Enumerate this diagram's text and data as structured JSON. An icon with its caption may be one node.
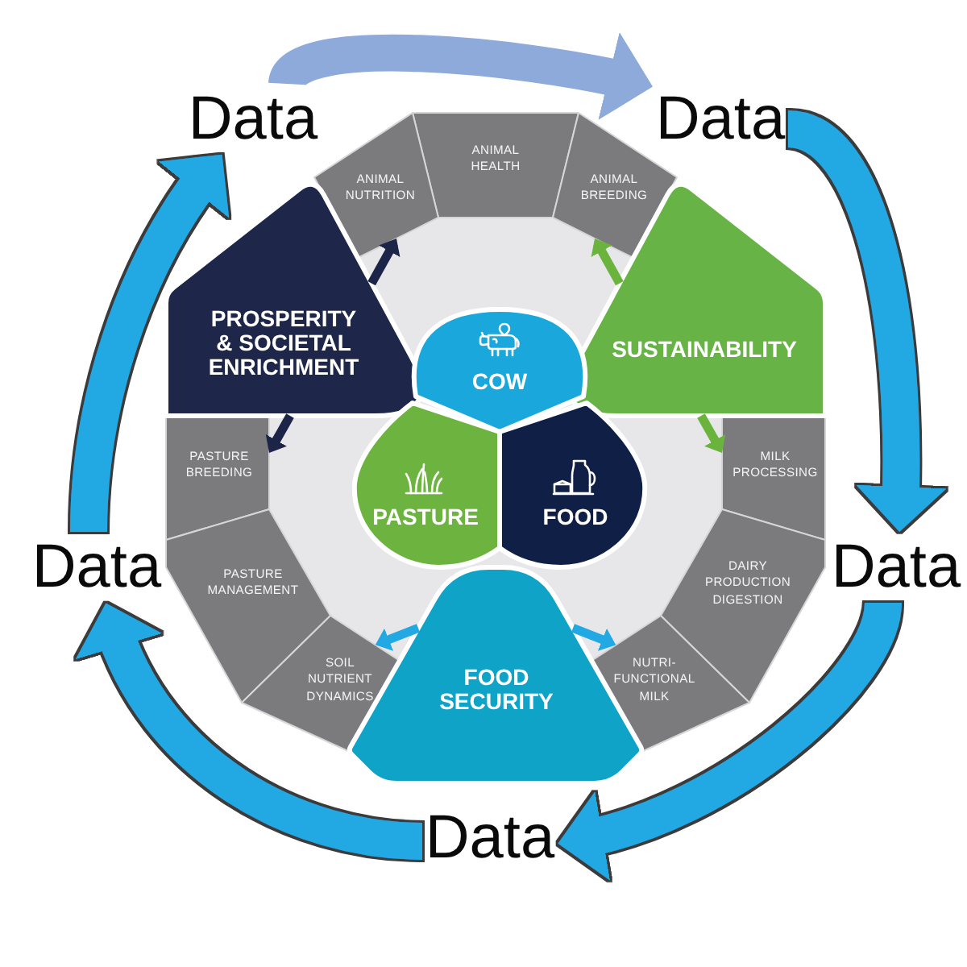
{
  "diagram": {
    "nodes": [
      {
        "text": [
          "Data"
        ]
      },
      {
        "text": [
          "Data"
        ]
      },
      {
        "text": [
          "ANIMAL HEALTH"
        ]
      },
      {
        "text": [
          "ANIMAL NUTRITION"
        ]
      },
      {
        "text": [
          "ANIMAL BREEDING"
        ]
      },
      {
        "text": [
          "PROSPERITY & SOCIETAL ENRICHMENT"
        ]
      },
      {
        "text": [
          "SUSTAINABILITY"
        ]
      },
      {
        "text": [
          "COW"
        ]
      },
      {
        "text": [
          "PASTURE BREEDING"
        ]
      },
      {
        "text": [
          "MILK PROCESSING"
        ]
      },
      {
        "text": [
          "PASTURE"
        ]
      },
      {
        "text": [
          "FOOD"
        ]
      },
      {
        "text": [
          "Data"
        ]
      },
      {
        "text": [
          "PASTURE MANAGEMENT"
        ]
      },
      {
        "text": [
          "DAIRY PRODUCTION DIGESTION"
        ]
      },
      {
        "text": [
          "Data"
        ]
      },
      {
        "text": [
          "SOIL NUTRIENT DYNAMICS"
        ]
      },
      {
        "text": [
          "FOOD SECURITY"
        ]
      },
      {
        "text": [
          "NUTRI-FUNCTIONAL MILK"
        ]
      },
      {
        "text": [
          "Data"
        ]
      }
    ],
    "edges": [
      {
        "from": 0,
        "to": 1,
        "arrow": "to",
        "style": "thick",
        "color": "#8eaadb"
      },
      {
        "from": 1,
        "to": 15,
        "arrow": "to",
        "style": "thick"
      },
      {
        "from": 15,
        "to": 19,
        "arrow": "to",
        "style": "thick"
      },
      {
        "from": 19,
        "to": 12,
        "arrow": "to",
        "style": "thick"
      },
      {
        "from": 12,
        "to": 0,
        "arrow": "to",
        "style": "thick"
      },
      {
        "from": 5,
        "to": 3,
        "arrow": "to",
        "color": "#1c2448"
      },
      {
        "from": 6,
        "to": 4,
        "arrow": "to",
        "color": "#6ab43e"
      },
      {
        "from": 5,
        "to": 8,
        "arrow": "to",
        "color": "#1c2448"
      },
      {
        "from": 6,
        "to": 9,
        "arrow": "to",
        "color": "#6ab43e"
      },
      {
        "from": 17,
        "to": 16,
        "arrow": "to"
      },
      {
        "from": 17,
        "to": 18,
        "arrow": "to"
      }
    ]
  }
}
